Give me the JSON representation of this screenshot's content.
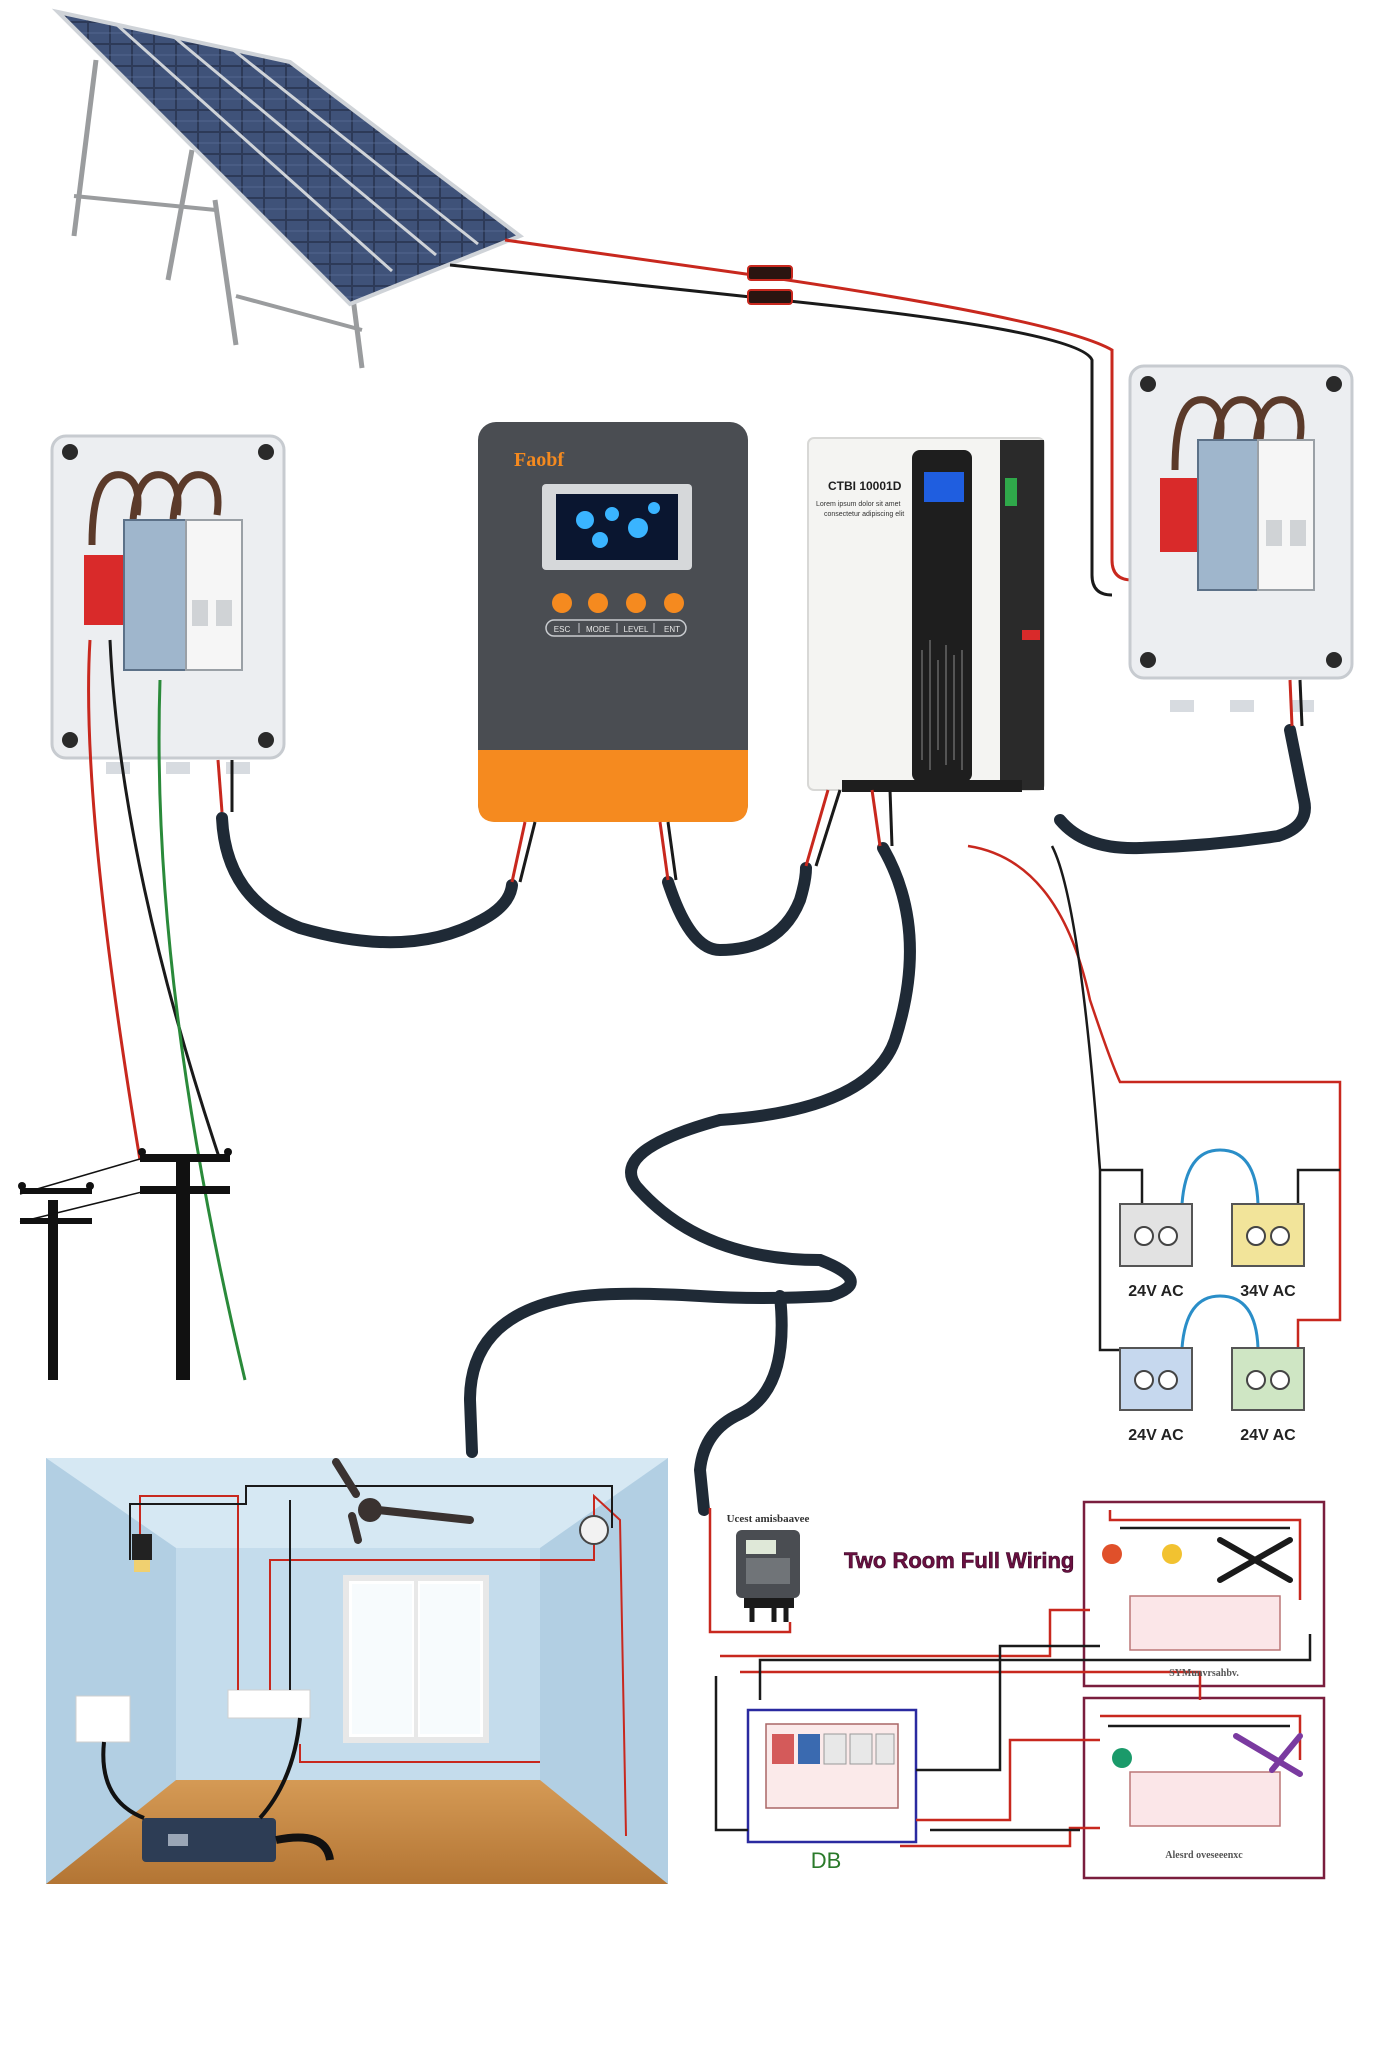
{
  "controller": {
    "brand": "Faobf",
    "buttons": [
      "ESC",
      "MODE",
      "LEVEL",
      "ENT"
    ]
  },
  "inverter": {
    "title": "CTBI 10001D",
    "line1": "Lorem ipsum dolor sit amet",
    "line2": "consectetur adipiscing elit"
  },
  "batteries": [
    {
      "label": "24V AC",
      "color": "#e2e2e2"
    },
    {
      "label": "34V AC",
      "color": "#f2e49a"
    },
    {
      "label": "24V AC",
      "color": "#c6d8ee"
    },
    {
      "label": "24V AC",
      "color": "#cfe6c4"
    }
  ],
  "meter": {
    "label": "Ucest amisbaavee"
  },
  "wiring": {
    "title": "Two Room Full Wiring",
    "db_label": "DB",
    "room1_caption": "SYMunvrsahbv.",
    "room2_caption": "Alesrd oveseeenxc"
  },
  "colors": {
    "positive_wire": "#c8281e",
    "negative_wire": "#1a1a1a",
    "earth_wire": "#2a8a3a",
    "conduit": "#1f2a36",
    "controller_accent": "#f58a1f",
    "controller_body": "#4a4d52",
    "inverter_body": "#f4f4f2",
    "inverter_panel": "#1e1e1e",
    "wiring_frame": "#7a1e3e"
  }
}
